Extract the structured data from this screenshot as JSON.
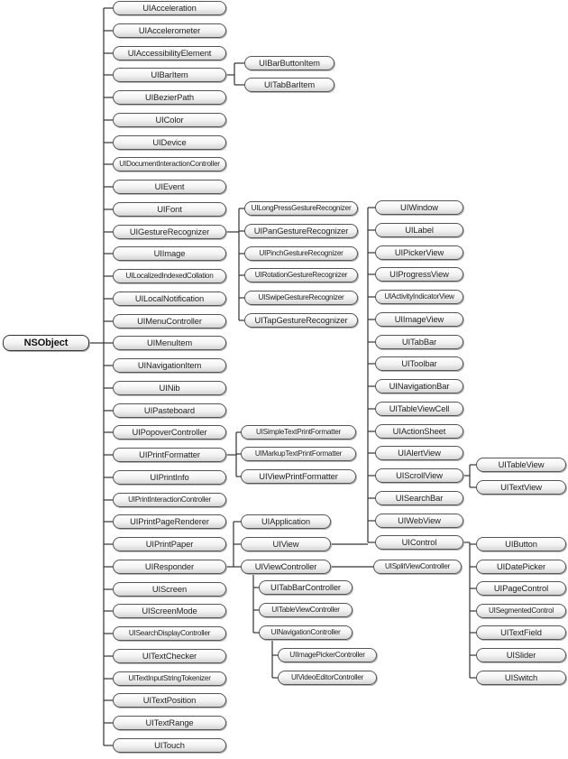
{
  "root": "NSObject",
  "col1": [
    "UIAcceleration",
    "UIAccelerometer",
    "UIAccessibilityElement",
    "UIBarItem",
    "UIBezierPath",
    "UIColor",
    "UIDevice",
    "UIDocumentInteractionController",
    "UIEvent",
    "UIFont",
    "UIGestureRecognizer",
    "UIImage",
    "UILocalizedIndexedCollation",
    "UILocalNotification",
    "UIMenuController",
    "UIMenuItem",
    "UINavigationItem",
    "UINib",
    "UIPasteboard",
    "UIPopoverController",
    "UIPrintFormatter",
    "UIPrintInfo",
    "UIPrintInteractionController",
    "UIPrintPageRenderer",
    "UIPrintPaper",
    "UIResponder",
    "UIScreen",
    "UIScreenMode",
    "UISearchDisplayController",
    "UITextChecker",
    "UITextInputStringTokenizer",
    "UITextPosition",
    "UITextRange",
    "UITouch"
  ],
  "bar_item_children": [
    "UIBarButtonItem",
    "UITabBarItem"
  ],
  "gesture_children": [
    "UILongPressGestureRecognizer",
    "UIPanGestureRecognizer",
    "UIPinchGestureRecognizer",
    "UIRotationGestureRecognizer",
    "UISwipeGestureRecognizer",
    "UITapGestureRecognizer"
  ],
  "print_formatter_children": [
    "UISimpleTextPrintFormatter",
    "UIMarkupTextPrintFormatter",
    "UIViewPrintFormatter"
  ],
  "responder_children": [
    "UIApplication",
    "UIView",
    "UIViewController"
  ],
  "view_controller_children": [
    "UITabBarController",
    "UITableViewController",
    "UINavigationController"
  ],
  "navigation_controller_children": [
    "UIImagePickerController",
    "UIVideoEditorController"
  ],
  "split_view_controller": "UISplitViewController",
  "view_children": [
    "UIWindow",
    "UILabel",
    "UIPickerView",
    "UIProgressView",
    "UIActivityIndicatorView",
    "UIImageView",
    "UITabBar",
    "UIToolbar",
    "UINavigationBar",
    "UITableViewCell",
    "UIActionSheet",
    "UIAlertView",
    "UIScrollView",
    "UISearchBar",
    "UIWebView",
    "UIControl"
  ],
  "scroll_view_children": [
    "UITableView",
    "UITextView"
  ],
  "control_children": [
    "UIButton",
    "UIDatePicker",
    "UIPageControl",
    "UISegmentedControl",
    "UITextField",
    "UISlider",
    "UISwitch"
  ]
}
